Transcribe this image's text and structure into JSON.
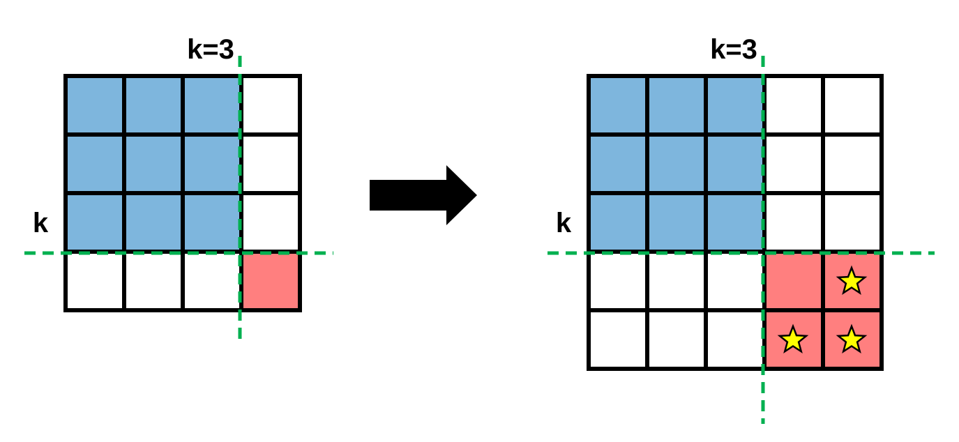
{
  "colors": {
    "blue_cell": "#7EB6DD",
    "red_cell": "#FF7F7F",
    "empty_cell": "#FFFFFF",
    "grid_line": "#000000",
    "dashed_line": "#00B050",
    "arrow": "#000000",
    "star_fill": "#FFFF00",
    "star_stroke": "#000000"
  },
  "panels": [
    {
      "column_label": "k=3",
      "row_label": "k",
      "rows": 4,
      "cols": 4,
      "cells": [
        [
          "blue",
          "blue",
          "blue",
          "white"
        ],
        [
          "blue",
          "blue",
          "blue",
          "white"
        ],
        [
          "blue",
          "blue",
          "blue",
          "white"
        ],
        [
          "white",
          "white",
          "white",
          "red"
        ]
      ],
      "stars": []
    },
    {
      "column_label": "k=3",
      "row_label": "k",
      "rows": 5,
      "cols": 5,
      "cells": [
        [
          "blue",
          "blue",
          "blue",
          "white",
          "white"
        ],
        [
          "blue",
          "blue",
          "blue",
          "white",
          "white"
        ],
        [
          "blue",
          "blue",
          "blue",
          "white",
          "white"
        ],
        [
          "white",
          "white",
          "white",
          "red",
          "red"
        ],
        [
          "white",
          "white",
          "white",
          "red",
          "red"
        ]
      ],
      "stars": [
        [
          3,
          4
        ],
        [
          4,
          3
        ],
        [
          4,
          4
        ]
      ]
    }
  ],
  "arrow": {
    "direction": "right",
    "icon": "arrow-right-icon"
  }
}
